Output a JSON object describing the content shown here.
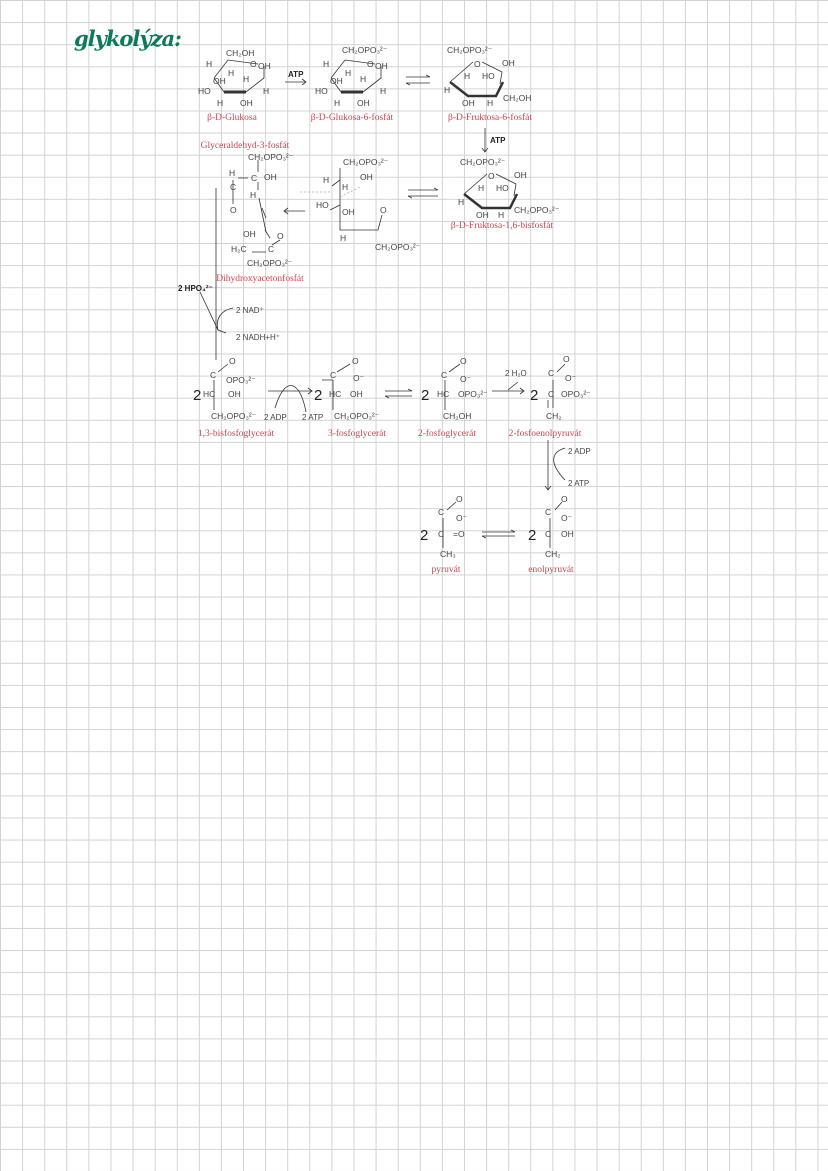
{
  "title": "glykolýza:",
  "colors": {
    "title": "#0d7a5c",
    "names": "#d9404e",
    "grid": "#d2d2d2"
  },
  "compounds": {
    "glucose": {
      "name": "β-D-Glukosa",
      "atoms": [
        "CH₂OH",
        "H",
        "O",
        "OH",
        "H",
        "OH",
        "H",
        "HO",
        "H",
        "H",
        "OH"
      ]
    },
    "g6p": {
      "name": "β-D-Glukosa-6-fosfát",
      "atoms": [
        "CH₂OPO₃²⁻",
        "H",
        "O",
        "OH",
        "H",
        "OH",
        "H",
        "HO",
        "H",
        "H",
        "OH"
      ]
    },
    "f6p": {
      "name": "β-D-Fruktosa-6-fosfát",
      "atoms": [
        "CH₂OPO₃²⁻",
        "O",
        "OH",
        "H",
        "HO",
        "H",
        "OH",
        "H",
        "CH₂OH"
      ]
    },
    "f16bp": {
      "name": "β-D-Fruktosa-1,6-bisfosfát",
      "atoms": [
        "CH₂OPO₃²⁻",
        "O",
        "OH",
        "H",
        "HO",
        "H",
        "OH",
        "H",
        "CH₂OPO₃²⁻"
      ]
    },
    "open_chain": {
      "atoms": [
        "CH₂OPO₃²⁻",
        "OH",
        "H",
        "H",
        "HO",
        "OH",
        "O",
        "H",
        "CH₂OPO₃²⁻"
      ]
    },
    "gap": {
      "name": "Glyceraldehyd-3-fosfát",
      "atoms": [
        "CH₂OPO₃²⁻",
        "H",
        "C",
        "OH",
        "C",
        "H",
        "O"
      ]
    },
    "dhap": {
      "name": "Dihydroxyacetonfosfát",
      "atoms": [
        "OH",
        "O",
        "H₂C",
        "C",
        "CH₂OPO₃²⁻"
      ]
    },
    "bpg13": {
      "name": "1,3-bisfosfoglycerát",
      "atoms": [
        "O",
        "C",
        "OPO₃²⁻",
        "2",
        "HC",
        "OH",
        "CH₂OPO₃²⁻"
      ]
    },
    "pg3": {
      "name": "3-fosfoglycerát",
      "atoms": [
        "O",
        "C",
        "O⁻",
        "2",
        "HC",
        "OH",
        "CH₂OPO₃²⁻"
      ]
    },
    "pg2": {
      "name": "2-fosfoglycerát",
      "atoms": [
        "O",
        "C",
        "O⁻",
        "2",
        "HC",
        "OPO₃²⁻",
        "CH₂OH"
      ]
    },
    "pep": {
      "name": "2-fosfoenolpyruvát",
      "atoms": [
        "O",
        "C",
        "O⁻",
        "2",
        "C",
        "OPO₃²⁻",
        "CH₂"
      ]
    },
    "enolpyruvate": {
      "name": "enolpyruvát",
      "atoms": [
        "O",
        "C",
        "O⁻",
        "2",
        "C",
        "OH",
        "CH₂"
      ]
    },
    "pyruvate": {
      "name": "pyruvát",
      "atoms": [
        "O",
        "C",
        "O⁻",
        "2",
        "C",
        "=O",
        "CH₃"
      ]
    }
  },
  "reagents": {
    "atp1": "ATP",
    "atp2": "ATP",
    "hpo4": "2 HPO₄²⁻",
    "nad": "2 NAD⁺",
    "nadh": "2 NADH+H⁺",
    "adp1": "2 ADP",
    "atp3": "2 ATP",
    "h2o": "2 H₂O",
    "adp2": "2 ADP",
    "atp4": "2 ATP"
  }
}
